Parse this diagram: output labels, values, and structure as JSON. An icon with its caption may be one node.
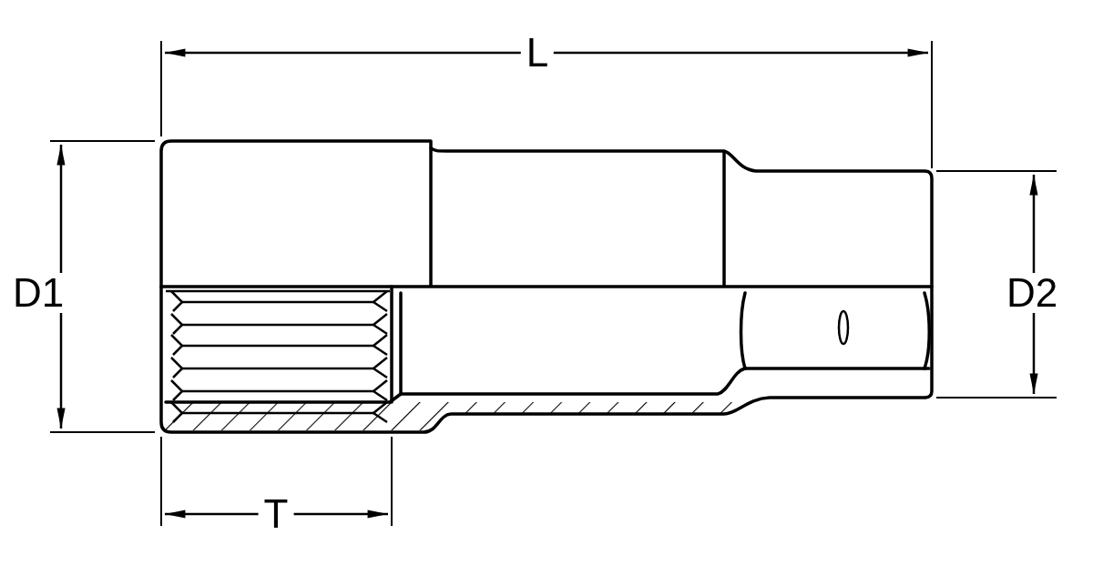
{
  "diagram": {
    "labels": [
      "L",
      "D1",
      "D2",
      "T"
    ]
  }
}
